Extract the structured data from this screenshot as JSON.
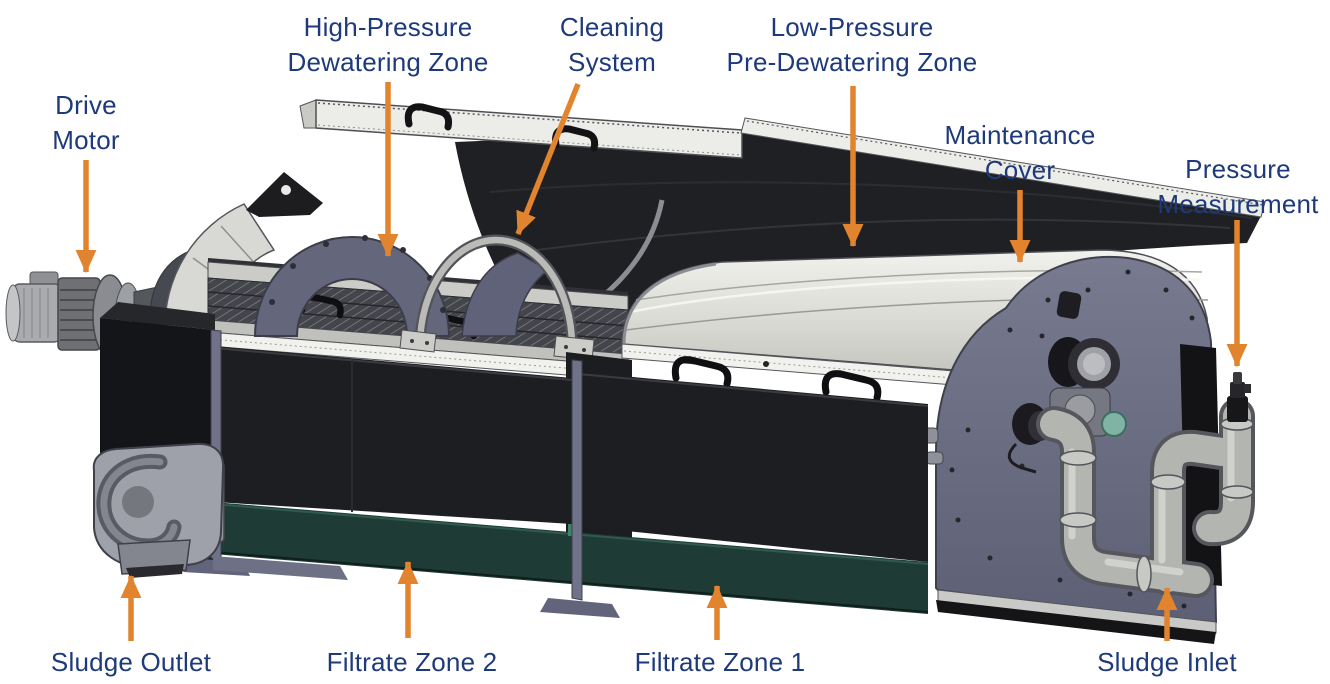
{
  "diagram": {
    "subject": "sludge dewatering machine cutaway diagram"
  },
  "colors": {
    "label_text": "#1e3a7a",
    "arrow": "#e2832e",
    "background": "#ffffff",
    "machine_cover_grey": "#dcddd7",
    "machine_end_plate_slate": "#686a80",
    "machine_filtrate_teal": "#1e3c35"
  },
  "labels": {
    "drive_motor": {
      "text": "Drive\nMotor"
    },
    "high_pressure": {
      "text": "High-Pressure\nDewatering Zone"
    },
    "cleaning_system": {
      "text": "Cleaning\nSystem"
    },
    "low_pressure": {
      "text": "Low-Pressure\nPre-Dewatering Zone"
    },
    "maintenance_cover": {
      "text": "Maintenance\nCover"
    },
    "pressure_measurement": {
      "text": "Pressure\nMeasurement"
    },
    "sludge_outlet": {
      "text": "Sludge Outlet"
    },
    "filtrate_zone_2": {
      "text": "Filtrate Zone 2"
    },
    "filtrate_zone_1": {
      "text": "Filtrate Zone 1"
    },
    "sludge_inlet": {
      "text": "Sludge Inlet"
    }
  }
}
